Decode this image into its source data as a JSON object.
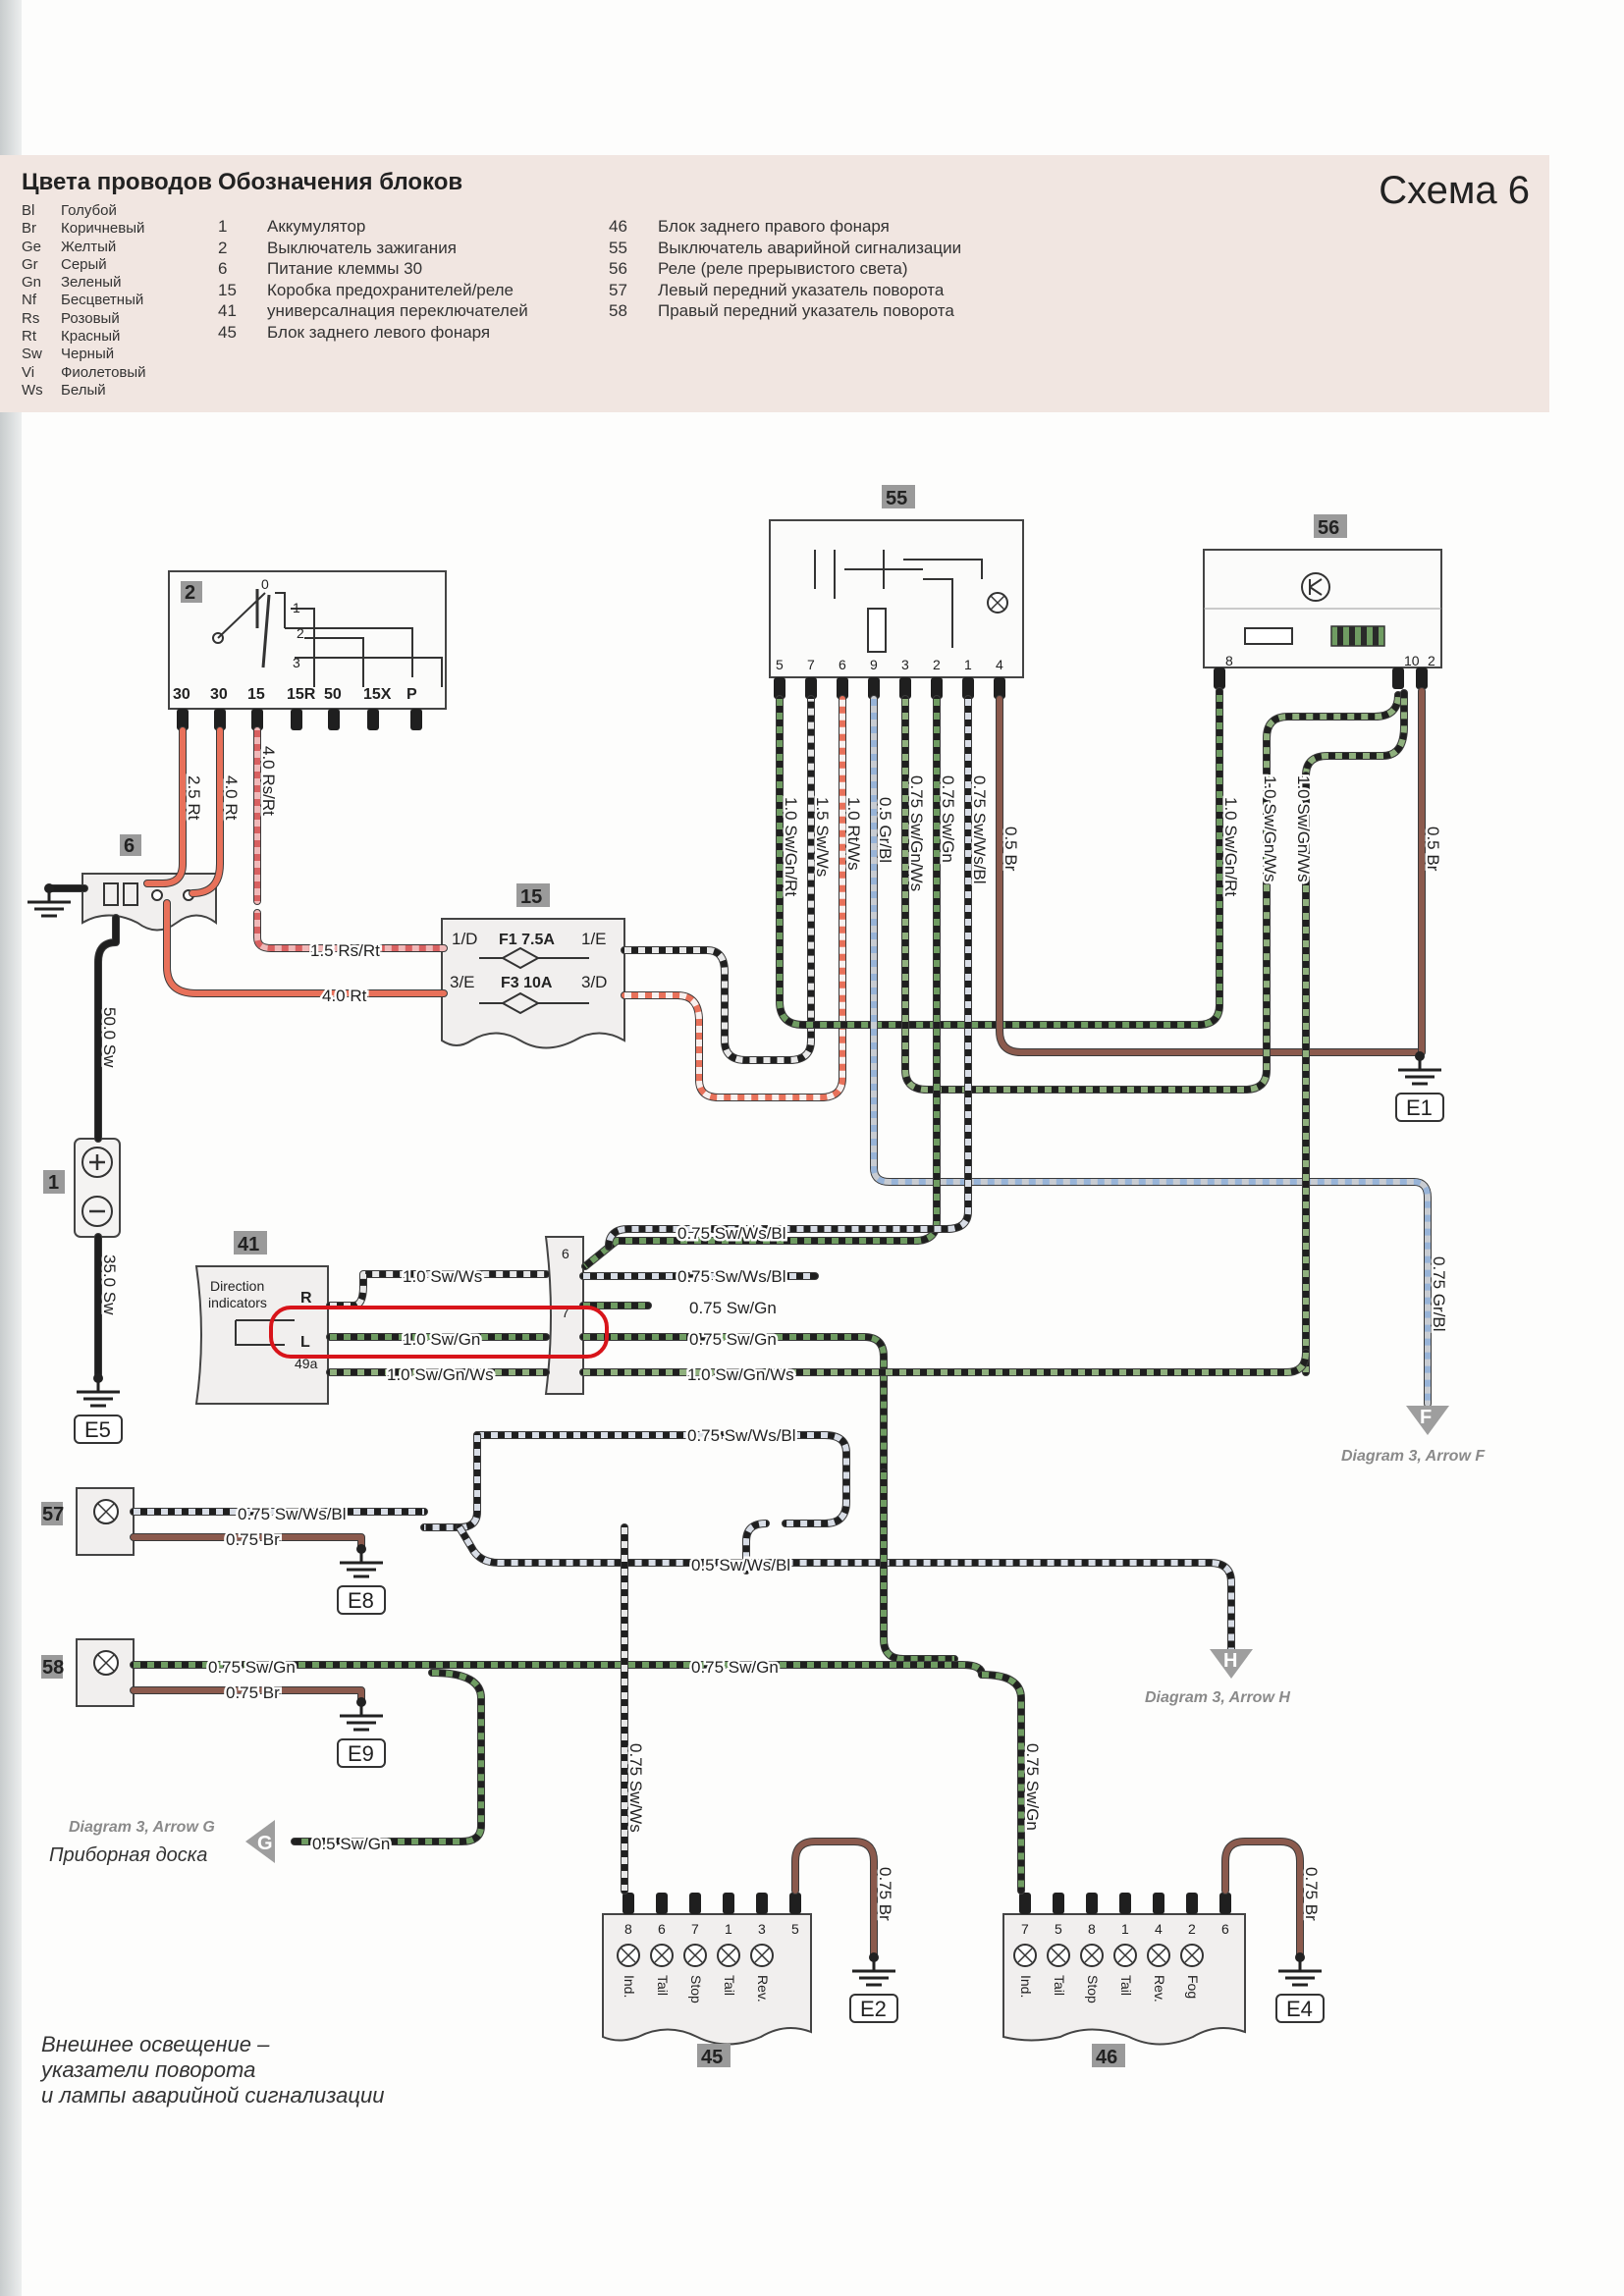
{
  "header": {
    "wire_colors_title": "Цвета проводов",
    "blocks_title": "Обозначения блоков",
    "scheme_title": "Схема 6",
    "wire_colors": [
      {
        "code": "Bl",
        "name": "Голубой"
      },
      {
        "code": "Br",
        "name": "Коричневый"
      },
      {
        "code": "Ge",
        "name": "Желтый"
      },
      {
        "code": "Gr",
        "name": "Серый"
      },
      {
        "code": "Gn",
        "name": "Зеленый"
      },
      {
        "code": "Nf",
        "name": "Бесцветный"
      },
      {
        "code": "Rs",
        "name": "Розовый"
      },
      {
        "code": "Rt",
        "name": "Красный"
      },
      {
        "code": "Sw",
        "name": "Черный"
      },
      {
        "code": "Vi",
        "name": "Фиолетовый"
      },
      {
        "code": "Ws",
        "name": "Белый"
      }
    ],
    "blocks_left": [
      {
        "num": "1",
        "name": "Аккумулятор"
      },
      {
        "num": "2",
        "name": "Выключатель зажигания"
      },
      {
        "num": "6",
        "name": "Питание клеммы 30"
      },
      {
        "num": "15",
        "name": "Коробка предохранителей/реле"
      },
      {
        "num": "41",
        "name": "универсалнация переключателей"
      },
      {
        "num": "45",
        "name": "Блок заднего левого фонаря"
      }
    ],
    "blocks_right": [
      {
        "num": "46",
        "name": "Блок заднего правого фонаря"
      },
      {
        "num": "55",
        "name": "Выключатель аварийной сигнализации"
      },
      {
        "num": "56",
        "name": "Реле (реле прерывистого света)"
      },
      {
        "num": "57",
        "name": "Левый передний указатель поворота"
      },
      {
        "num": "58",
        "name": "Правый передний указатель поворота"
      }
    ]
  },
  "blocks": {
    "b1": "1",
    "b2": "2",
    "b6": "6",
    "b15": "15",
    "b41": "41",
    "b45": "45",
    "b46": "46",
    "b55": "55",
    "b56": "56",
    "b57": "57",
    "b58": "58"
  },
  "ignition": {
    "pins": [
      "30",
      "30",
      "15",
      "15R",
      "50",
      "15X",
      "P"
    ],
    "positions": [
      "0",
      "1",
      "2",
      "3"
    ]
  },
  "fusebox": {
    "f1": "F1 7.5A",
    "f3": "F3 10A",
    "t1d": "1/D",
    "t1e": "1/E",
    "t3e": "3/E",
    "t3d": "3/D"
  },
  "hazard_pins": [
    "5",
    "7",
    "6",
    "9",
    "3",
    "2",
    "1",
    "4"
  ],
  "relay_pins": [
    "8",
    "10",
    "2"
  ],
  "switch41": {
    "label_line1": "Direction",
    "label_line2": "indicators",
    "pin_r": "R",
    "pin_l": "L",
    "pin_49a": "49a"
  },
  "connector_pins": [
    "6",
    "7"
  ],
  "tail45": {
    "pins": [
      "8",
      "6",
      "7",
      "1",
      "3",
      "5"
    ],
    "lamps": [
      "Ind.",
      "Tail",
      "Stop",
      "Tail",
      "Rev."
    ]
  },
  "tail46": {
    "pins": [
      "7",
      "5",
      "8",
      "1",
      "4",
      "2",
      "6"
    ],
    "lamps": [
      "Ind.",
      "Tail",
      "Stop",
      "Tail",
      "Rev.",
      "Fog"
    ]
  },
  "grounds": {
    "e1": "E1",
    "e2": "E2",
    "e4": "E4",
    "e5": "E5",
    "e8": "E8",
    "e9": "E9"
  },
  "wires": {
    "w2_5rt": "2.5 Rt",
    "w4_0rt_v": "4.0 Rt",
    "w4_0rsrt": "4.0 Rs/Rt",
    "w1_5rsrt": "1.5 Rs/Rt",
    "w4_0rt_h": "4.0 Rt",
    "w50sw": "50.0 Sw",
    "w35sw": "35.0 Sw",
    "h55_5": "1.0 Sw/Gn/Rt",
    "h55_7": "1.5 Sw/Ws",
    "h55_6": "1.0 Rt/Ws",
    "h55_9": "0.5 Gr/Bl",
    "h55_3": "0.75 Sw/Gn/Ws",
    "h55_2": "0.75 Sw/Gn",
    "h55_1": "0.75 Sw/Ws/Bl",
    "h55_4": "0.5 Br",
    "r56_8": "1.0 Sw/Gn/Rt",
    "r56_a": "1.0 Sw/Gn/Ws",
    "r56_b": "1.0 Sw/Gn/Ws",
    "r56_2": "0.5 Br",
    "sw41_r": "1.0 Sw/Ws",
    "sw41_l": "1.0 Sw/Gn",
    "sw41_49a": "1.0 Sw/Gn/Ws",
    "c6_a": "0.75 Sw/Ws/Bl",
    "c6_b": "0.75 Sw/Ws/Bl",
    "c7_a": "0.75 Sw/Gn",
    "c7_b": "0.75 Sw/Gn",
    "c49a": "1.0 Sw/Gn/Ws",
    "grbl": "0.75 Gr/Bl",
    "bus_wsbl": "0.75 Sw/Ws/Bl",
    "l57_sig": "0.75 Sw/Ws/Bl",
    "l57_gnd": "0.75 Br",
    "l57_h": "0.5 Sw/Ws/Bl",
    "l58_sig": "0.75 Sw/Gn",
    "l58_gnd": "0.75 Br",
    "l58_h": "0.75 Sw/Gn",
    "g_wire": "0.5 Sw/Gn",
    "t45_in": "0.75 Sw/Ws",
    "t45_gnd": "0.75 Br",
    "t46_in": "0.75 Sw/Gn",
    "t46_gnd": "0.75 Br"
  },
  "refs": {
    "f_letter": "F",
    "f_text": "Diagram 3, Arrow F",
    "h_letter": "H",
    "h_text": "Diagram 3, Arrow H",
    "g_letter": "G",
    "g_text": "Diagram 3, Arrow G",
    "g_sub": "Приборная доска"
  },
  "caption": [
    "Внешнее освещение –",
    "указатели поворота",
    "и лампы аварийной сигнализации"
  ],
  "colors": {
    "header_bg": "#f1e6e1",
    "highlight": "#d8141a",
    "wire_red": "#e8715a",
    "wire_brown": "#8b5a4d",
    "wire_green": "#5e8b52"
  }
}
